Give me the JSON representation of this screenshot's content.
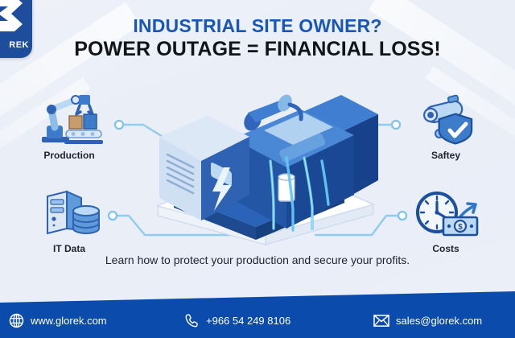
{
  "brand": {
    "logo_text": "REK",
    "logo_icon": "glorek-g-mark-icon",
    "logo_bg": "#1d4d9b"
  },
  "headline": {
    "line1": "INDUSTRIAL SITE OWNER?",
    "line2": "POWER OUTAGE = FINANCIAL LOSS!",
    "line1_color": "#1a57b5",
    "line2_color": "#111418"
  },
  "features": [
    {
      "id": "production",
      "label": "Production",
      "icon": "robotic-arm-conveyor-icon"
    },
    {
      "id": "itdata",
      "label": "IT Data",
      "icon": "server-database-icon"
    },
    {
      "id": "safety",
      "label": "Saftey",
      "icon": "security-camera-shield-icon"
    },
    {
      "id": "costs",
      "label": "Costs",
      "icon": "clock-money-rising-arrow-icon"
    }
  ],
  "center": {
    "icon": "industrial-diesel-generator-icon",
    "badge_icon": "lightning-bolt-icon",
    "accent": "#1f4fa8",
    "glow": "#4fc3f7"
  },
  "tagline": "Learn how to protect your production and secure your profits.",
  "footer": {
    "bg": "#0a4bab",
    "contacts": [
      {
        "id": "website",
        "icon": "globe-icon",
        "text": "www.glorek.com"
      },
      {
        "id": "phone",
        "icon": "phone-icon",
        "text": "+966 54 249 8106"
      },
      {
        "id": "email",
        "icon": "envelope-icon",
        "text": "sales@glorek.com"
      }
    ]
  }
}
